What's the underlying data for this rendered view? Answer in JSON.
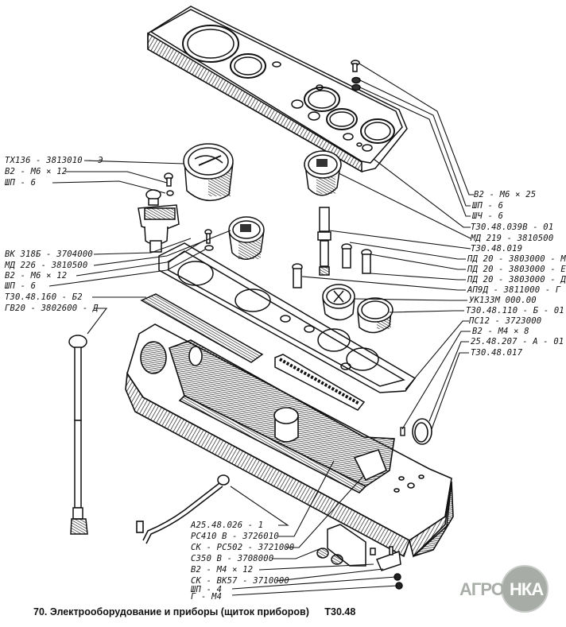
{
  "figure": {
    "number": "70.",
    "title": "Электрооборудование и приборы (щиток приборов)",
    "model_code": "Т30.48"
  },
  "watermark": {
    "part1": "АГРО",
    "part2": "НКА",
    "color": "#a7aca7"
  },
  "labels_left": [
    "ТХ136 - 3813010 - Э",
    "В2 - М6 × 12",
    "ШП - 6",
    "ВК 318Б - 3704000",
    "МД 226 - 3810500",
    "В2 - М6 × 12",
    "ШП - 6",
    "Т30.48.160 - Б2",
    "ГВ20 - 3802600 - Д"
  ],
  "labels_right": [
    "В2 - М6 × 25",
    "ШП - 6",
    "ШЧ - 6",
    "Т30.48.039В - 01",
    "МД 219 - 3810500",
    "Т30.48.019",
    "ПД 20 - 3803000 - М",
    "ПД 20 - 3803000 - Е",
    "ПД 20 - 3803000 - Д",
    "АП9Д - 3811000 - Г",
    "УК133М 000.00",
    "Т30.48.110 - Б - 01",
    "ПС12 - 3723000",
    "В2 - М4 × 8",
    "25.48.207 - А - 01",
    "Т30.48.017"
  ],
  "labels_bottom": [
    "А25.48.026 - 1",
    "РС410 В - 3726010",
    "СК - РС502 - 3721000",
    "С350 В - 3708000",
    "В2 - М4 × 12",
    "СК - ВК57 - 3710000",
    "ШП - 4",
    "Г - М4"
  ],
  "line_color": "#111111"
}
